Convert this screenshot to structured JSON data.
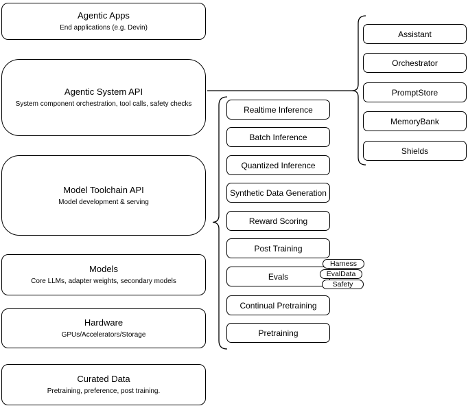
{
  "left_stack": [
    {
      "title": "Agentic Apps",
      "subtitle": "End applications (e.g. Devin)"
    },
    {
      "title": "Agentic System API",
      "subtitle": "System component orchestration, tool calls, safety checks"
    },
    {
      "title": "Model Toolchain API",
      "subtitle": "Model development & serving"
    },
    {
      "title": "Models",
      "subtitle": "Core LLMs, adapter weights, secondary models"
    },
    {
      "title": "Hardware",
      "subtitle": "GPUs/Accelerators/Storage"
    },
    {
      "title": "Curated Data",
      "subtitle": "Pretraining, preference, post training."
    }
  ],
  "toolchain_items": [
    "Realtime Inference",
    "Batch Inference",
    "Quantized Inference",
    "Synthetic Data Generation",
    "Reward Scoring",
    "Post Training",
    "Evals",
    "Continual Pretraining",
    "Pretraining"
  ],
  "evals_tags": [
    "Harness",
    "EvalData",
    "Safety"
  ],
  "system_items": [
    "Assistant",
    "Orchestrator",
    "PromptStore",
    "MemoryBank",
    "Shields"
  ],
  "colors": {
    "stroke": "#000000",
    "fill": "#ffffff",
    "text": "#000000"
  }
}
